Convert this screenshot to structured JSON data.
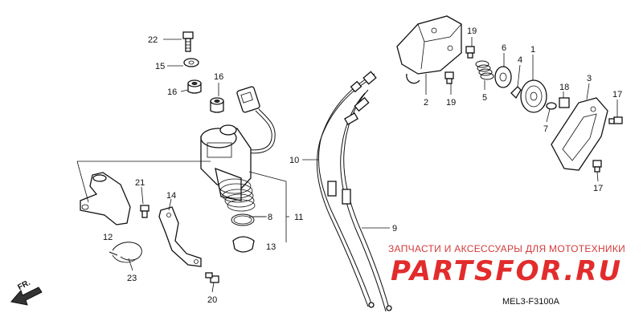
{
  "diagram": {
    "code": "MEL3-F3100A",
    "direction_label": "FR.",
    "watermark": {
      "tagline": "ЗАПЧАСТИ И АКСЕССУАРЫ ДЛЯ МОТОТЕХНИКИ",
      "logo": "PARTSFOR.RU"
    },
    "callouts": [
      "22",
      "15",
      "16",
      "16",
      "21",
      "14",
      "12",
      "23",
      "20",
      "10",
      "9",
      "8",
      "11",
      "13",
      "2",
      "19",
      "19",
      "5",
      "6",
      "4",
      "1",
      "18",
      "7",
      "3",
      "17",
      "17"
    ]
  }
}
